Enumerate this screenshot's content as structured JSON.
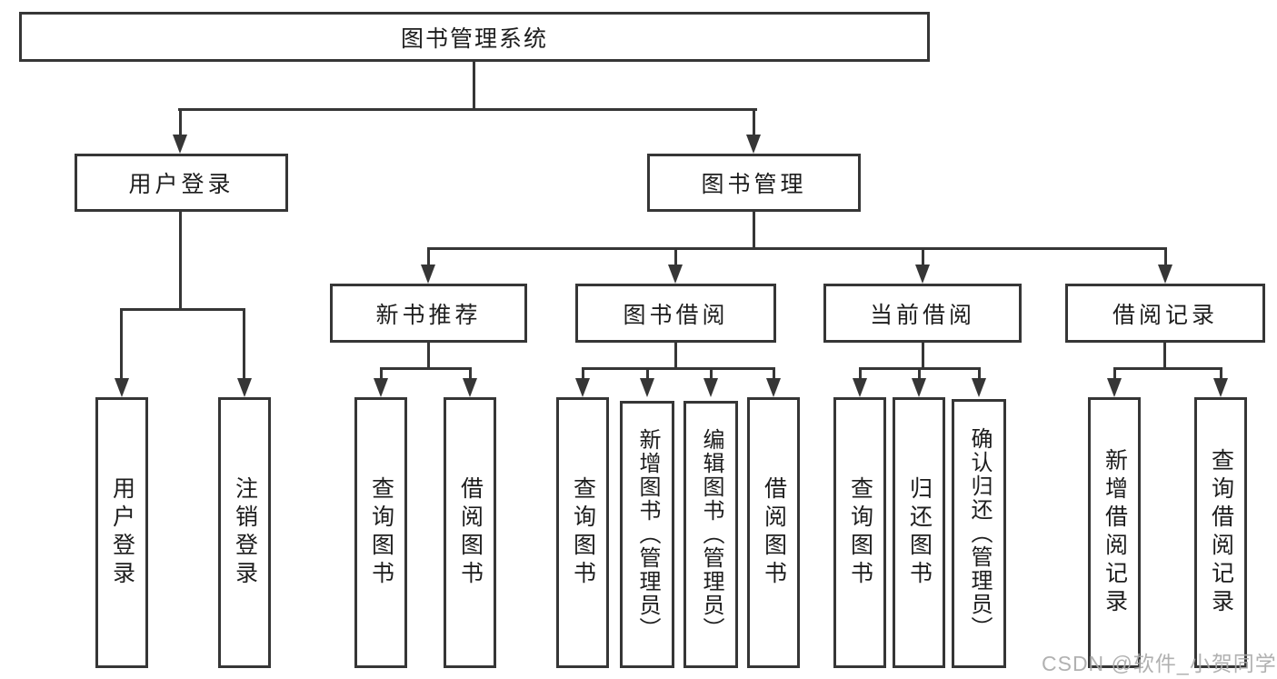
{
  "diagram_title": "图书管理系统",
  "nodes": {
    "root": "图书管理系统",
    "user_login": "用户登录",
    "book_mgmt": "图书管理",
    "new_book_rec": "新书推荐",
    "book_borrow": "图书借阅",
    "current_borrow": "当前借阅",
    "borrow_records": "借阅记录",
    "leaf_user_login": "用户登录",
    "leaf_logout": "注销登录",
    "rec_query_book": "查询图书",
    "rec_borrow_book": "借阅图书",
    "bb_query_book": "查询图书",
    "bb_add_book": "新增图书（管理员）",
    "bb_edit_book": "编辑图书（管理员）",
    "bb_borrow_book": "借阅图书",
    "cb_query_book": "查询图书",
    "cb_return_book": "归还图书",
    "cb_confirm_return": "确认归还（管理员）",
    "br_add_record": "新增借阅记录",
    "br_query_record": "查询借阅记录"
  },
  "watermark": "CSDN @软件_小贺同学",
  "colors": {
    "line": "#363636",
    "text": "#1d1d1d",
    "watermark": "#a9a9a9",
    "background": "#ffffff"
  }
}
